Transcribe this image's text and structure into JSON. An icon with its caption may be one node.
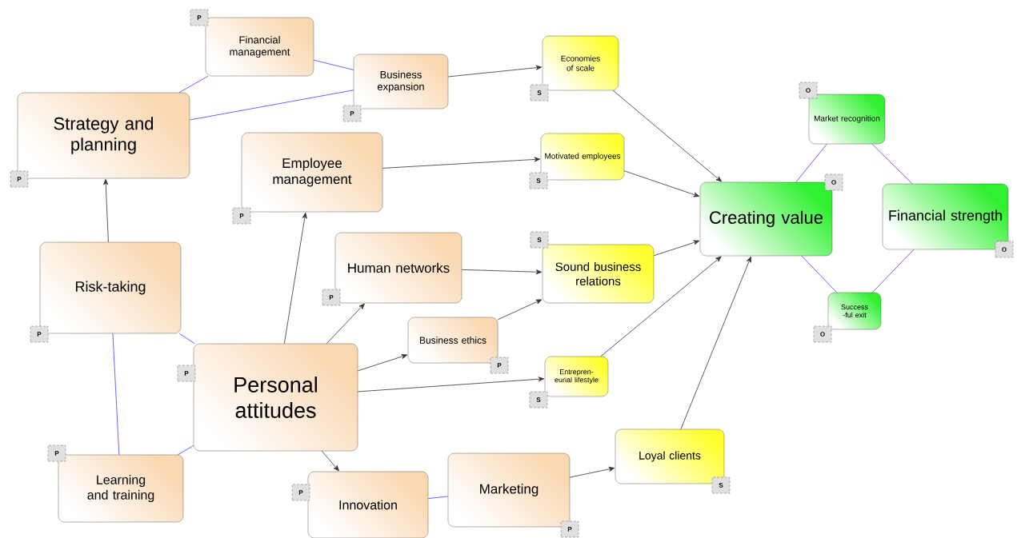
{
  "diagram": {
    "nodes": [
      {
        "text": [
          "Financial management"
        ],
        "beside": [
          "P"
        ]
      },
      {
        "text": [
          "Business expansion"
        ],
        "beside": [
          "P"
        ]
      },
      {
        "text": [
          "Strategy and planning"
        ],
        "beside": [
          "P"
        ]
      },
      {
        "text": [
          "Employee management"
        ],
        "beside": [
          "P"
        ]
      },
      {
        "text": [
          "Economies of scale"
        ],
        "beside": [
          "S"
        ]
      },
      {
        "text": [
          "Motivated employees"
        ],
        "beside": [
          "S"
        ]
      },
      {
        "text": [
          "Creating value"
        ],
        "beside": [
          "O"
        ]
      },
      {
        "text": [
          "Market recognition"
        ],
        "beside": [
          "O"
        ]
      },
      {
        "text": [
          "Financial strength"
        ],
        "beside": [
          "O"
        ]
      },
      {
        "text": [
          "Risk-taking"
        ],
        "beside": [
          "P"
        ]
      },
      {
        "text": [
          "Human networks"
        ],
        "beside": [
          "P"
        ]
      },
      {
        "text": [
          "Sound business relations"
        ],
        "beside": [
          "S"
        ]
      },
      {
        "text": [
          "Business ethics"
        ],
        "beside": [
          "P"
        ]
      },
      {
        "text": [
          "Personal attitudes"
        ],
        "beside": [
          "P"
        ]
      },
      {
        "text": [
          "Entrepren- eurial lifestyle"
        ],
        "beside": [
          "S"
        ]
      },
      {
        "text": [
          "Learning and training"
        ],
        "beside": [
          "P"
        ]
      },
      {
        "text": [
          "Innovation"
        ],
        "beside": [
          "P"
        ]
      },
      {
        "text": [
          "Marketing"
        ],
        "beside": [
          "P"
        ]
      },
      {
        "text": [
          "Loyal clients"
        ],
        "beside": [
          "S"
        ]
      },
      {
        "text": [
          "Success -ful exit"
        ],
        "beside": [
          "O"
        ]
      }
    ],
    "edges": [
      {
        "from": 2,
        "to": 0,
        "arrow": "none",
        "color": "#4040ff"
      },
      {
        "from": 0,
        "to": 1,
        "arrow": "none",
        "color": "#4040ff"
      },
      {
        "from": 2,
        "to": 1,
        "arrow": "none",
        "color": "#4040ff"
      },
      {
        "from": 9,
        "to": 2,
        "arrow": "to"
      },
      {
        "from": 13,
        "to": 3,
        "arrow": "to"
      },
      {
        "from": 1,
        "to": 4,
        "arrow": "to"
      },
      {
        "from": 3,
        "to": 5,
        "arrow": "to"
      },
      {
        "from": 4,
        "to": 6,
        "arrow": "to"
      },
      {
        "from": 5,
        "to": 6,
        "arrow": "to"
      },
      {
        "from": 6,
        "to": 7,
        "arrow": "none",
        "color": "#4040ff"
      },
      {
        "from": 7,
        "to": 8,
        "arrow": "none",
        "color": "#4040ff"
      },
      {
        "from": 6,
        "to": 19,
        "arrow": "none",
        "color": "#4040ff"
      },
      {
        "from": 19,
        "to": 8,
        "arrow": "none",
        "color": "#4040ff"
      },
      {
        "from": 9,
        "to": 13,
        "arrow": "none",
        "color": "#4040ff"
      },
      {
        "from": 9,
        "to": 15,
        "arrow": "none",
        "color": "#4040ff"
      },
      {
        "from": 15,
        "to": 13,
        "arrow": "none",
        "color": "#4040ff"
      },
      {
        "from": 13,
        "to": 10,
        "arrow": "to"
      },
      {
        "from": 10,
        "to": 11,
        "arrow": "to"
      },
      {
        "from": 13,
        "to": 12,
        "arrow": "to"
      },
      {
        "from": 12,
        "to": 11,
        "arrow": "to"
      },
      {
        "from": 11,
        "to": 6,
        "arrow": "to"
      },
      {
        "from": 13,
        "to": 14,
        "arrow": "to"
      },
      {
        "from": 14,
        "to": 6,
        "arrow": "to"
      },
      {
        "from": 13,
        "to": 16,
        "arrow": "to"
      },
      {
        "from": 16,
        "to": 17,
        "arrow": "none",
        "color": "#4040ff"
      },
      {
        "from": 17,
        "to": 18,
        "arrow": "to"
      },
      {
        "from": 18,
        "to": 6,
        "arrow": "to"
      }
    ]
  }
}
